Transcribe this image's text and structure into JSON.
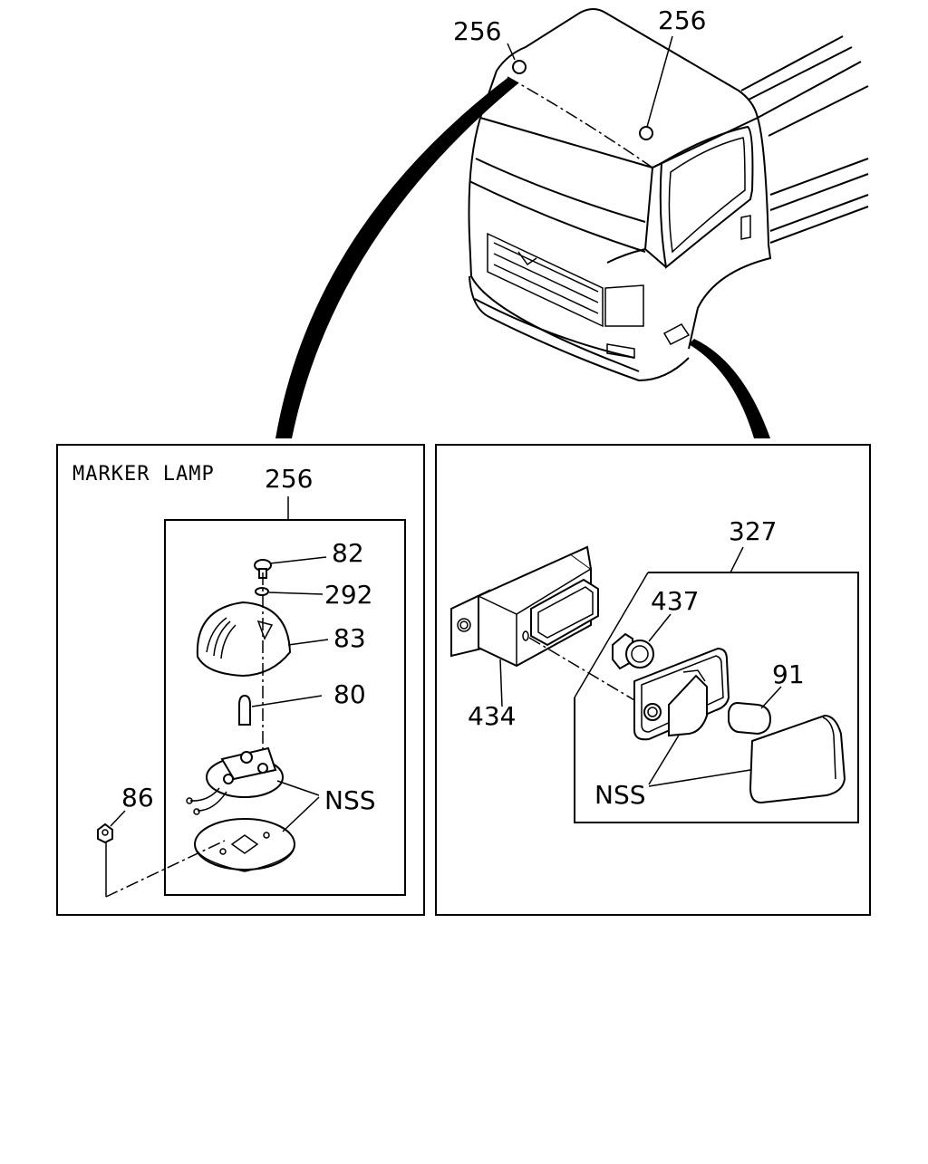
{
  "truck_view": {
    "callout_left": "256",
    "callout_right": "256"
  },
  "marker_lamp_panel": {
    "title": "MARKER LAMP",
    "assembly_callout": "256",
    "parts": {
      "screw": "82",
      "washer": "292",
      "lens": "83",
      "bulb": "80",
      "nut": "86",
      "nss": "NSS"
    }
  },
  "side_lamp_panel": {
    "assembly_callout": "327",
    "parts": {
      "bracket": "434",
      "socket": "437",
      "bulb": "91",
      "nss": "NSS"
    }
  }
}
